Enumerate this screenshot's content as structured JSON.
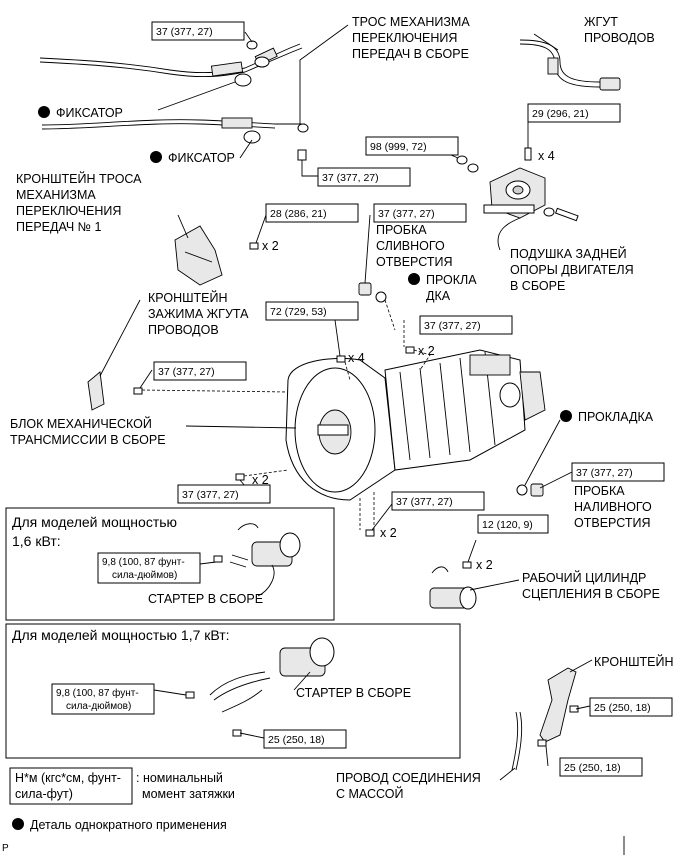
{
  "labels": {
    "shift_cable": [
      "ТРОС МЕХАНИЗМА",
      "ПЕРЕКЛЮЧЕНИЯ",
      "ПЕРЕДАЧ В СБОРЕ"
    ],
    "wire_harness": [
      "ЖГУТ",
      "ПРОВОДОВ"
    ],
    "clip1": "ФИКСАТОР",
    "clip2": "ФИКСАТОР",
    "cable_bracket": [
      "КРОНШТЕЙН ТРОСА",
      "МЕХАНИЗМА",
      "ПЕРЕКЛЮЧЕНИЯ",
      "ПЕРЕДАЧ № 1"
    ],
    "drain_plug": [
      "ПРОБКА",
      "СЛИВНОГО",
      "ОТВЕРСТИЯ"
    ],
    "gasket_drain": [
      "ПРОКЛА",
      "ДКА"
    ],
    "engine_mount": [
      "ПОДУШКА ЗАДНЕЙ",
      "ОПОРЫ ДВИГАТЕЛЯ",
      "В СБОРЕ"
    ],
    "harness_clamp_bracket": [
      "КРОНШТЕЙН",
      "ЗАЖИМА ЖГУТА",
      "ПРОВОДОВ"
    ],
    "transmission": [
      "БЛОК МЕХАНИЧЕСКОЙ",
      "ТРАНСМИССИИ В СБОРЕ"
    ],
    "gasket_filler": "ПРОКЛАДКА",
    "filler_plug": [
      "ПРОБКА",
      "НАЛИВНОГО",
      "ОТВЕРСТИЯ"
    ],
    "starter_16": "СТАРТЕР В СБОРЕ",
    "starter_17": "СТАРТЕР В СБОРЕ",
    "release_cylinder": [
      "РАБОЧИЙ ЦИЛИНДР",
      "СЦЕПЛЕНИЯ В СБОРЕ"
    ],
    "bracket": "КРОНШТЕЙН",
    "ground_wire": [
      "ПРОВОД СОЕДИНЕНИЯ",
      "С МАССОЙ"
    ]
  },
  "torques": {
    "t_cable_top": "37 (377, 27)",
    "t_cable_mid": "37 (377, 27)",
    "t_mount_98": "98 (999, 72)",
    "t_mount_29": "29 (296, 21)",
    "t_bracket1": "28 (286, 21)",
    "t_drain": "37 (377, 27)",
    "t_case_72": "72 (729, 53)",
    "t_case_37a": "37 (377, 27)",
    "t_clamp": "37 (377, 27)",
    "t_filler": "37 (377, 27)",
    "t_case_left": "37 (377, 27)",
    "t_case_bottom": "37 (377, 27)",
    "t_cylinder": "12 (120, 9)",
    "t_starter16": [
      "9,8 (100, 87 фунт-",
      "сила-дюймов)"
    ],
    "t_starter17": [
      "9,8 (100, 87 фунт-",
      "сила-дюймов)"
    ],
    "t_ground17": "25 (250, 18)",
    "t_bracket_top": "25 (250, 18)",
    "t_bracket_bottom": "25 (250, 18)"
  },
  "qty": {
    "x4_mount": "x 4",
    "x2_bracket1": "x 2",
    "x4_case": "x 4",
    "x2_case_right": "x 2",
    "x2_case_left": "x 2",
    "x2_case_bottom": "x 2",
    "x2_cylinder": "x 2"
  },
  "panels": {
    "model16": [
      "Для моделей мощностью",
      "1,6 кВт:"
    ],
    "model17": "Для моделей мощностью 1,7 кВт:"
  },
  "legend": {
    "unit": [
      "Н*м (кгс*см, фунт-",
      "сила-фут)"
    ],
    "unit_desc": [
      ": номинальный",
      "момент затяжки"
    ],
    "single_use": "Деталь однократного применения"
  },
  "corner_mark": "P"
}
